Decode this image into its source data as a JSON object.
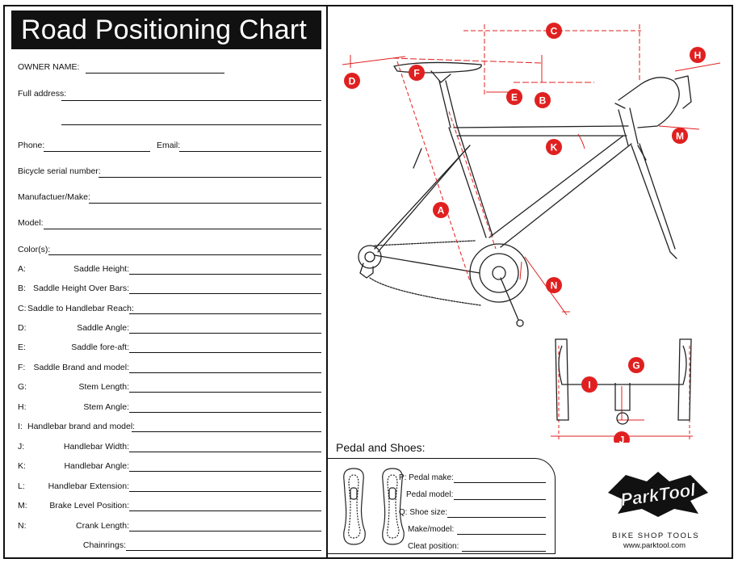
{
  "title": "Road Positioning Chart",
  "owner": {
    "owner_name": "OWNER NAME:",
    "full_address": "Full address:",
    "phone": "Phone:",
    "email": "Email:",
    "serial": "Bicycle serial number:",
    "make": "Manufactuer/Make:",
    "model": "Model:",
    "colors": "Color(s):"
  },
  "measurements": [
    {
      "letter": "A:",
      "label": "Saddle Height:"
    },
    {
      "letter": "B:",
      "label": "Saddle Height Over Bars:"
    },
    {
      "letter": "C:",
      "label": "Saddle to Handlebar Reach:"
    },
    {
      "letter": "D:",
      "label": "Saddle Angle:"
    },
    {
      "letter": "E:",
      "label": "Saddle fore-aft:"
    },
    {
      "letter": "F:",
      "label": "Saddle Brand and model:"
    },
    {
      "letter": "G:",
      "label": "Stem Length:"
    },
    {
      "letter": "H:",
      "label": "Stem Angle:"
    },
    {
      "letter": "I:",
      "label": "Handlebar brand and model:"
    },
    {
      "letter": "J:",
      "label": "Handlebar Width:"
    },
    {
      "letter": "K:",
      "label": "Handlebar Angle:"
    },
    {
      "letter": "L:",
      "label": "Handlebar Extension:"
    },
    {
      "letter": "M:",
      "label": "Brake Level Position:"
    },
    {
      "letter": "N:",
      "label": "Crank Length:"
    },
    {
      "letter": "",
      "label": "Chainrings:"
    }
  ],
  "markers": {
    "a": "A",
    "b": "B",
    "c": "C",
    "d": "D",
    "e": "E",
    "f": "F",
    "g": "G",
    "h": "H",
    "i": "I",
    "j": "J",
    "k": "K",
    "m": "M",
    "n": "N"
  },
  "pedal": {
    "title": "Pedal and Shoes:",
    "pedal_make": "P: Pedal make:",
    "pedal_model": "Pedal model:",
    "shoe_size": "Q: Shoe size:",
    "shoe_make": "Make/model:",
    "cleat": "Cleat position:"
  },
  "brand": {
    "logo": "ParkTool",
    "tagline": "BIKE SHOP TOOLS",
    "url": "www.parktool.com"
  },
  "colors": {
    "accent": "#e02020",
    "ink": "#111111"
  }
}
